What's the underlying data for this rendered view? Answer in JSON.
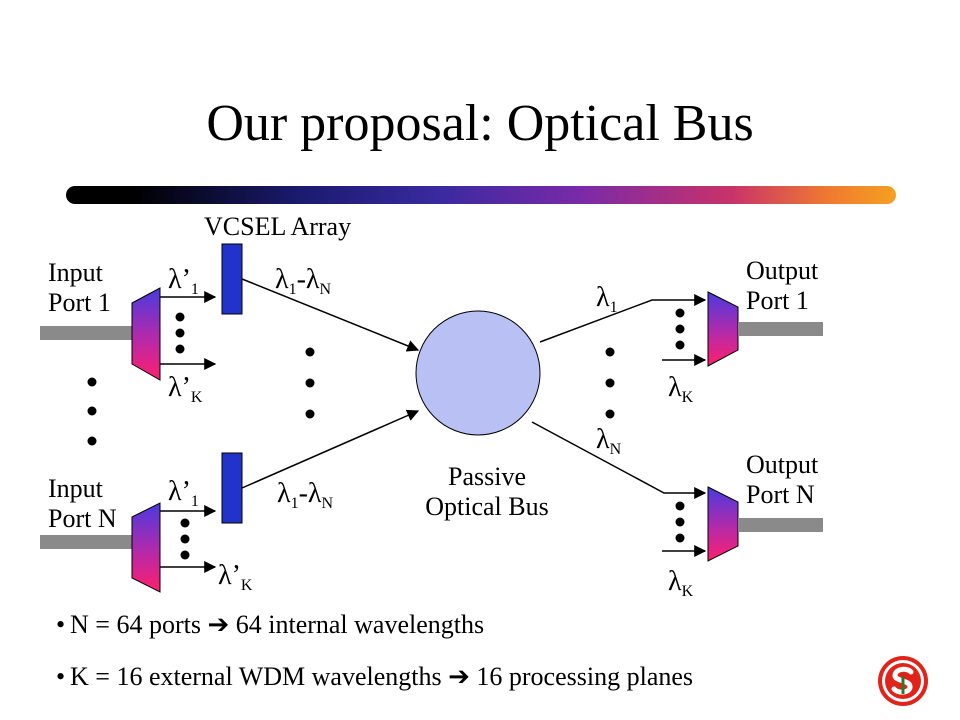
{
  "title": "Our proposal: Optical Bus",
  "labels": {
    "vcsel_array": "VCSEL Array",
    "input_port_1": [
      "Input",
      "Port 1"
    ],
    "input_port_n": [
      "Input",
      "Port N"
    ],
    "output_port_1": [
      "Output",
      "Port 1"
    ],
    "output_port_n": [
      "Output",
      "Port N"
    ],
    "passive_bus": [
      "Passive",
      "Optical Bus"
    ]
  },
  "wavelengths": {
    "lambda": "λ",
    "prime": "’",
    "sub_1": "1",
    "sub_k": "K",
    "sub_n": "N",
    "dash": "-"
  },
  "bullets": [
    {
      "pre": "N = 64 ports ",
      "post": " 64 internal wavelengths"
    },
    {
      "pre": "K = 16 external WDM wavelengths ",
      "post": " 16 processing planes"
    }
  ],
  "colors": {
    "vcsel": "#2233cc",
    "bus": "#b8c0f4",
    "mux_top": "#4a3ae0",
    "mux_bottom": "#ff1f6e",
    "fiber": "#8a8a8a",
    "logo": "#e2231a"
  },
  "icons": {
    "arrow": "right-arrow-icon",
    "logo": "stanford-s-logo-icon"
  }
}
